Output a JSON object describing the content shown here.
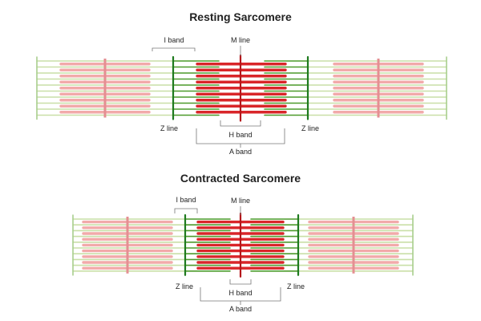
{
  "colors": {
    "thin_light": "#c9dfa7",
    "thin_dark": "#4c9a2a",
    "thick_light": "#f2aaaa",
    "thick_dark": "#d9262a",
    "zline_light": "#a8cf8e",
    "zline_dark": "#1e7a1e",
    "mline_light": "#e48f92",
    "mline_dark": "#b5171b",
    "text": "#222222",
    "bracket": "#777777"
  },
  "resting": {
    "title": "Resting Sarcomere",
    "i_band": "I band",
    "m_line": "M line",
    "z_line_left": "Z line",
    "z_line_right": "Z line",
    "h_band": "H band",
    "a_band": "A band"
  },
  "contracted": {
    "title": "Contracted Sarcomere",
    "i_band": "I band",
    "m_line": "M line",
    "z_line_left": "Z line",
    "z_line_right": "Z line",
    "h_band": "H band",
    "a_band": "A band"
  }
}
